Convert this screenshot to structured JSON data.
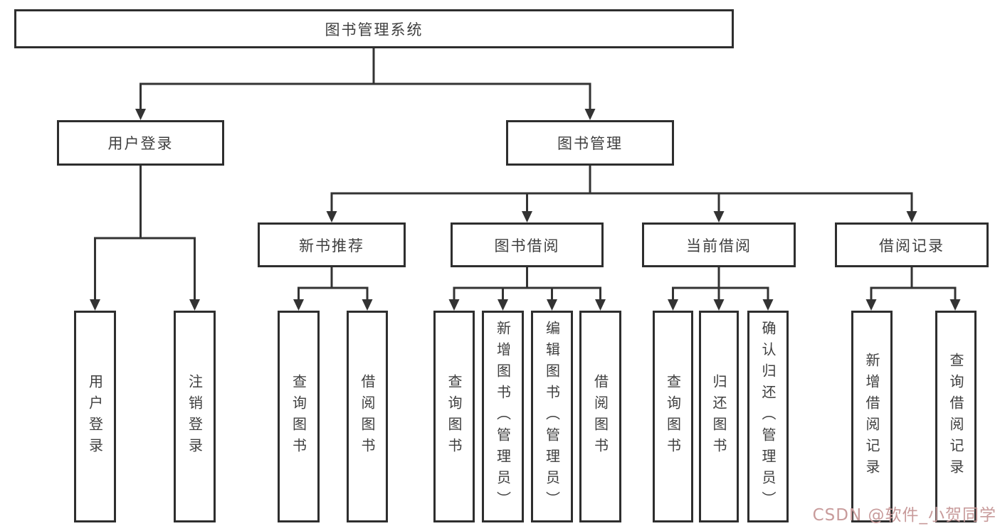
{
  "tree": {
    "root": {
      "label": "图书管理系统"
    },
    "level1": [
      {
        "label": "用户登录"
      },
      {
        "label": "图书管理"
      }
    ],
    "level2": [
      {
        "label": "新书推荐"
      },
      {
        "label": "图书借阅"
      },
      {
        "label": "当前借阅"
      },
      {
        "label": "借阅记录"
      }
    ],
    "leaves": {
      "userLogin": [
        {
          "label": "用户登录"
        },
        {
          "label": "注销登录"
        }
      ],
      "newBookRec": [
        {
          "label": "查询图书"
        },
        {
          "label": "借阅图书"
        }
      ],
      "bookBorrow": [
        {
          "label": "查询图书"
        },
        {
          "label": "新增图书（管理员）"
        },
        {
          "label": "编辑图书（管理员）"
        },
        {
          "label": "借阅图书"
        }
      ],
      "currentBorrow": [
        {
          "label": "查询图书"
        },
        {
          "label": "归还图书"
        },
        {
          "label": "确认归还（管理员）"
        }
      ],
      "borrowRecords": [
        {
          "label": "新增借阅记录"
        },
        {
          "label": "查询借阅记录"
        }
      ]
    }
  },
  "watermark": {
    "text": "CSDN @软件_小贺同学"
  },
  "colors": {
    "line": "#333333",
    "border": "#2e2e2e",
    "text": "#3f3f3f",
    "watermark": "#c89b9b",
    "background": "#ffffff"
  }
}
